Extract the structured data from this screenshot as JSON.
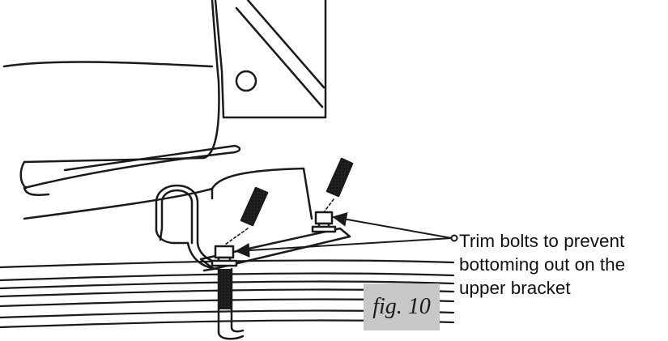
{
  "callout": {
    "line1": "Trim bolts to prevent",
    "line2": "bottoming out on the",
    "line3": "upper bracket"
  },
  "figure": {
    "label": "fig. 10"
  },
  "colors": {
    "line": "#1a1a1a",
    "label_box": "#c8c8c8",
    "background": "#ffffff"
  }
}
